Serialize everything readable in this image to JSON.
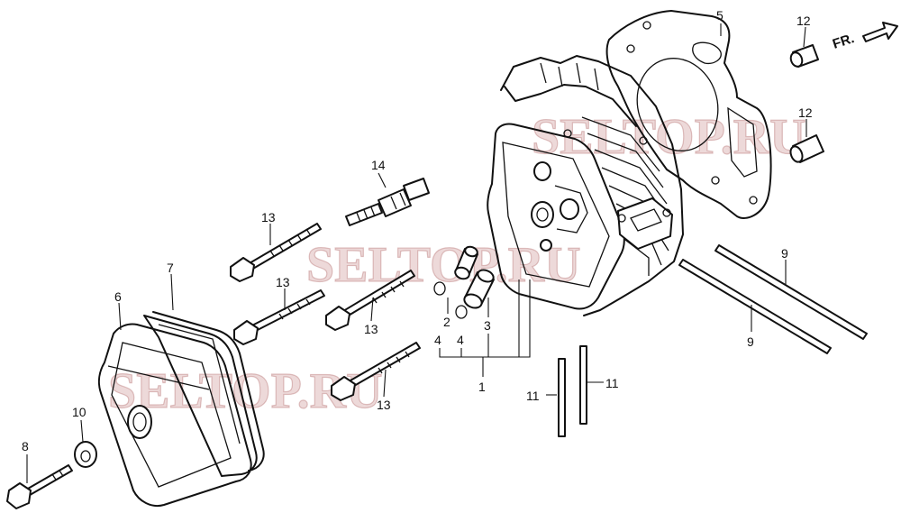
{
  "diagram": {
    "direction_label": "FR.",
    "watermarks": [
      "SELTOP.RU",
      "SELTOP.RU",
      "SELTOP.RU"
    ],
    "callouts": [
      {
        "id": "c5",
        "text": "5"
      },
      {
        "id": "c12a",
        "text": "12"
      },
      {
        "id": "c12b",
        "text": "12"
      },
      {
        "id": "c14",
        "text": "14"
      },
      {
        "id": "c13a",
        "text": "13"
      },
      {
        "id": "c13b",
        "text": "13"
      },
      {
        "id": "c13c",
        "text": "13"
      },
      {
        "id": "c13d",
        "text": "13"
      },
      {
        "id": "c7",
        "text": "7"
      },
      {
        "id": "c6",
        "text": "6"
      },
      {
        "id": "c9a",
        "text": "9"
      },
      {
        "id": "c9b",
        "text": "9"
      },
      {
        "id": "c2",
        "text": "2"
      },
      {
        "id": "c4a",
        "text": "4"
      },
      {
        "id": "c4b",
        "text": "4"
      },
      {
        "id": "c3",
        "text": "3"
      },
      {
        "id": "c1",
        "text": "1"
      },
      {
        "id": "c11a",
        "text": "11"
      },
      {
        "id": "c11b",
        "text": "11"
      },
      {
        "id": "c10",
        "text": "10"
      },
      {
        "id": "c8",
        "text": "8"
      }
    ]
  }
}
